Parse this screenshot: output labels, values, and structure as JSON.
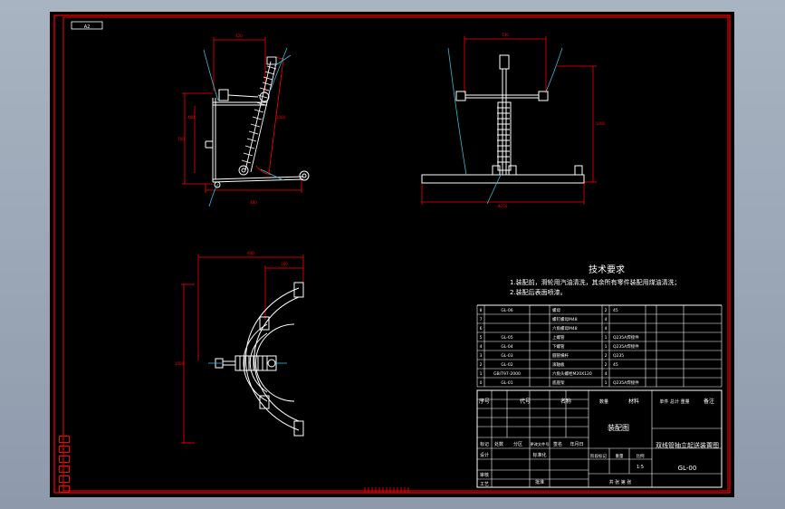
{
  "title_tag": "A2",
  "tech_requirements": {
    "heading": "技术要求",
    "lines": [
      "1.装配前，滑轮用汽油清洗，其余所有零件装配用煤油清洗；",
      "2.装配后表面喷漆。"
    ]
  },
  "dimensions": {
    "side_top": "420",
    "side_height": "700",
    "side_mid": "480",
    "side_diag": "1000",
    "side_bottom": "480",
    "front_top": "730",
    "front_height": "1200",
    "front_bottom": "Φ250",
    "plan_top": "940",
    "plan_mid": "300",
    "plan_left": "1000"
  },
  "bom": {
    "rows": [
      {
        "no": "8",
        "code": "GL-06",
        "name": "螺母",
        "qty": "2",
        "material": "45",
        "note": ""
      },
      {
        "no": "7",
        "code": "",
        "name": "螺钉螺母M48",
        "qty": "4",
        "material": "",
        "note": ""
      },
      {
        "no": "6",
        "code": "",
        "name": "六角螺母M48",
        "qty": "4",
        "material": "",
        "note": ""
      },
      {
        "no": "5",
        "code": "GL-05",
        "name": "上螺管",
        "qty": "1",
        "material": "Q235A焊接件",
        "note": ""
      },
      {
        "no": "4",
        "code": "GL-04",
        "name": "下螺管",
        "qty": "1",
        "material": "Q235A焊接件",
        "note": ""
      },
      {
        "no": "3",
        "code": "GL-03",
        "name": "圆管横杆",
        "qty": "2",
        "material": "Q235",
        "note": ""
      },
      {
        "no": "2",
        "code": "GL-02",
        "name": "滚轴板",
        "qty": "2",
        "material": "45",
        "note": ""
      },
      {
        "no": "1",
        "code": "GB/T97-2000",
        "name": "六角头螺栓M20X120",
        "qty": "4",
        "material": "",
        "note": ""
      },
      {
        "no": "0",
        "code": "GL-01",
        "name": "底座架",
        "qty": "1",
        "material": "Q235A焊接件",
        "note": ""
      }
    ],
    "header": {
      "no": "序号",
      "code": "代号",
      "name": "名称",
      "qty": "数量",
      "material": "材料",
      "weight": "单件 总计 重量",
      "note": "备注"
    }
  },
  "title_block": {
    "drawing_name": "装配图",
    "product_name": "双线管抽立起送装置图",
    "drawing_no": "GL-00",
    "scale": "1:5",
    "labels": {
      "mark": "标记",
      "count": "处数",
      "zone": "分区",
      "change_doc": "更改文件号",
      "sign": "签名",
      "date": "年月日",
      "design": "设计",
      "standard": "标准化",
      "review": "审核",
      "process": "工艺",
      "approve": "批准",
      "stage_mark": "阶段标记",
      "weight": "重量",
      "scale": "比例",
      "sheet": "共 张 第 张"
    }
  },
  "colors": {
    "background": "#000000",
    "frame": "#ff0000",
    "outline": "#ffffff",
    "dimension": "#ff0000",
    "cable": "#3fb8d8",
    "text": "#ffffff"
  }
}
